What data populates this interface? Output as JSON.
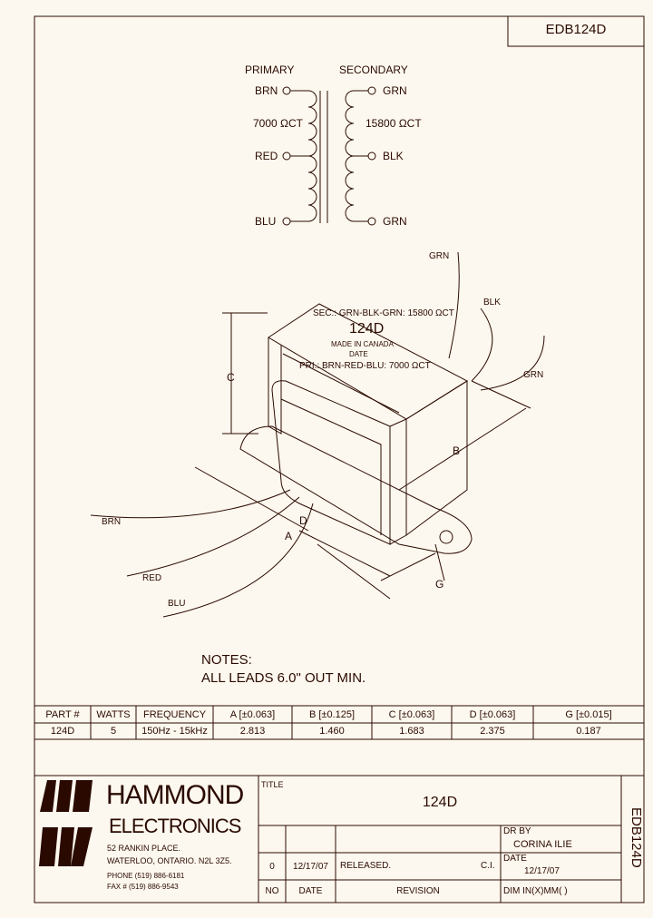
{
  "drawing_number": "EDB124D",
  "schematic": {
    "primary_label": "PRIMARY",
    "secondary_label": "SECONDARY",
    "primary_leads": [
      "BRN",
      "RED",
      "BLU"
    ],
    "primary_impedance": "7000 ΩCT",
    "secondary_leads": [
      "GRN",
      "BLK",
      "GRN"
    ],
    "secondary_impedance": "15800 ΩCT"
  },
  "isometric": {
    "label_sec": "SEC.: GRN-BLK-GRN: 15800 ΩCT",
    "label_part": "124D",
    "label_made": "MADE IN CANADA",
    "label_date": "DATE",
    "label_pri": "PRI.: BRN-RED-BLU: 7000 ΩCT",
    "lead_labels": [
      "GRN",
      "BLK",
      "GRN",
      "BRN",
      "RED",
      "BLU"
    ],
    "dimension_labels": [
      "A",
      "B",
      "C",
      "D",
      "G"
    ]
  },
  "notes": {
    "heading": "NOTES:",
    "text": "ALL LEADS 6.0\" OUT MIN."
  },
  "spec_table": {
    "headers": [
      "PART #",
      "WATTS",
      "FREQUENCY",
      "A [±0.063]",
      "B [±0.125]",
      "C [±0.063]",
      "D [±0.063]",
      "G [±0.015]"
    ],
    "rows": [
      [
        "124D",
        "5",
        "150Hz - 15kHz",
        "2.813",
        "1.460",
        "1.683",
        "2.375",
        "0.187"
      ]
    ]
  },
  "title_block": {
    "company": "HAMMOND",
    "company_sub": "ELECTRONICS",
    "address1": "52 RANKIN PLACE.",
    "address2": "WATERLOO, ONTARIO. N2L 3Z5.",
    "phone": "PHONE (519) 886-6181",
    "fax": "FAX # (519) 886-9543",
    "title_label": "TITLE",
    "title": "124D",
    "dr_by_label": "DR BY",
    "dr_by": "CORINA ILIE",
    "date_label": "DATE",
    "date": "12/17/07",
    "revision": {
      "no": "0",
      "date": "12/17/07",
      "text": "RELEASED.",
      "initials": "C.I."
    },
    "col_no": "NO",
    "col_date": "DATE",
    "col_revision": "REVISION",
    "dim_units": "DIM IN(X)MM( )",
    "side_number": "EDB124D"
  },
  "colors": {
    "ink": "#2a0a00",
    "paper": "#fdf8ef"
  }
}
